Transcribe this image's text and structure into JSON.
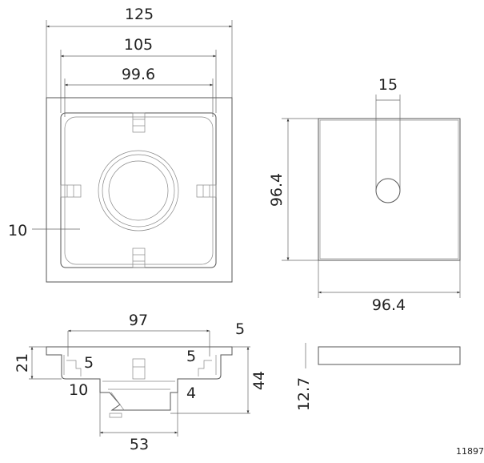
{
  "top_view": {
    "width_overall": "125",
    "width_inner": "105",
    "width_grate": "99.6",
    "offset": "10"
  },
  "grate_view": {
    "hole_dim": "15",
    "height": "96.4",
    "width": "96.4"
  },
  "side_view": {
    "top_width": "97",
    "flange_step": "5",
    "inner_step": "5",
    "right_step": "5",
    "height_body": "21",
    "outlet_step": "10",
    "outlet_ring": "4",
    "total_height": "44",
    "outlet_width": "53"
  },
  "grate_side_view": {
    "thickness": "12.7"
  },
  "drawing_number": "11897"
}
